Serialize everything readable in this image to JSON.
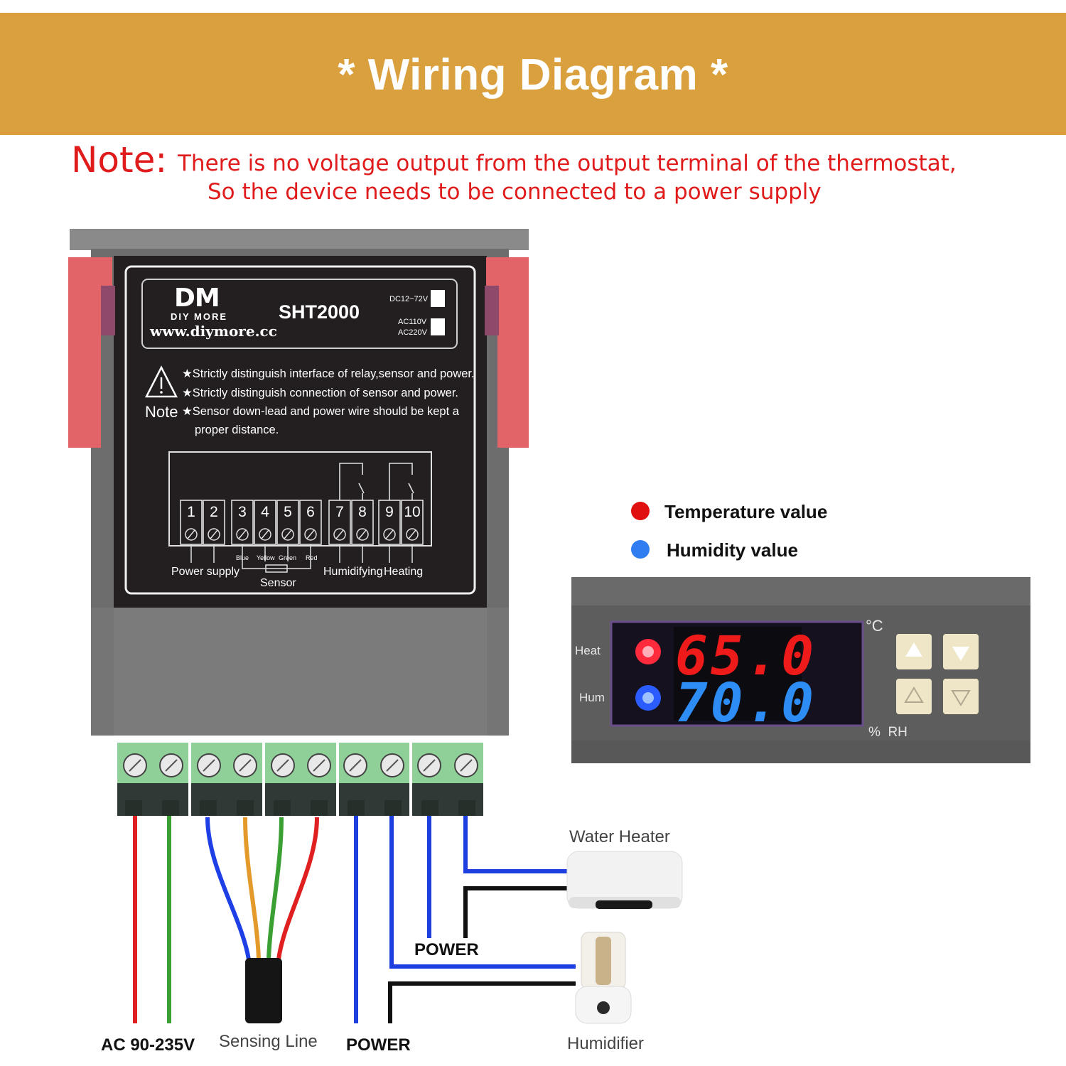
{
  "header": {
    "title": "* Wiring Diagram *"
  },
  "note": {
    "label": "Note:",
    "line1": "There is no voltage output from the output terminal of the thermostat,",
    "line2": "So the device needs to be connected to a power supply"
  },
  "device": {
    "brand_logo": "DM",
    "brand_name": "DIY MORE",
    "url": "www.diymore.cc",
    "model": "SHT2000",
    "voltage_options": [
      "DC12~72V",
      "AC110V",
      "AC220V"
    ],
    "warnings": [
      "★Strictly distinguish interface of relay,sensor and power.",
      "★Strictly distinguish connection of sensor and power.",
      "★Sensor down-lead and power wire should be kept a",
      "proper distance."
    ],
    "note_word": "Note",
    "terminals": [
      "1",
      "2",
      "3",
      "4",
      "5",
      "6",
      "7",
      "8",
      "9",
      "10"
    ],
    "sensor_wires": [
      "Blue",
      "Yellow",
      "Green",
      "Red"
    ],
    "groups": {
      "power": "Power supply",
      "sensor": "Sensor",
      "humidifying": "Humidifying",
      "heating": "Heating"
    }
  },
  "legend": {
    "temperature": "Temperature value",
    "humidity": "Humidity value",
    "temperature_color": "#e01010",
    "humidity_color": "#2f7df0"
  },
  "display": {
    "temperature": "65.0",
    "humidity": "70.0",
    "heat_label": "Heat",
    "hum_label": "Hum",
    "temp_unit": "°C",
    "hum_unit": "%  RH"
  },
  "appliances": {
    "water_heater": "Water Heater",
    "humidifier": "Humidifier"
  },
  "wire_labels": {
    "ac": "AC 90-235V",
    "sensing": "Sensing Line",
    "power_bottom": "POWER",
    "power_mid": "POWER"
  },
  "colors": {
    "header": "#daa03e",
    "note": "#e01b1b",
    "terminal_green": "#8fcf98",
    "wire_blue": "#1e3fe0"
  }
}
